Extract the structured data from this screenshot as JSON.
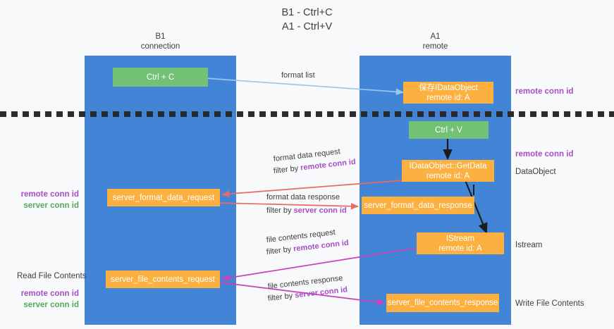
{
  "title": {
    "line1": "B1 - Ctrl+C",
    "line2": "A1 - Ctrl+V"
  },
  "lanes": [
    {
      "id": "left",
      "name": "B1",
      "role": "connection"
    },
    {
      "id": "right",
      "name": "A1",
      "role": "remote"
    }
  ],
  "colors": {
    "lane": "#4285d6",
    "green_node": "#72c174",
    "orange_node": "#fbb040",
    "purple_text": "#a64ec6",
    "green_text": "#5aa75f",
    "arrow_blue": "#9ac8ea",
    "arrow_red": "#ea6b63",
    "arrow_magenta": "#cc3fb8",
    "arrow_black": "#1c1c1c",
    "divider": "#2b2b2b",
    "background": "#f8f9fa"
  },
  "nodes": {
    "ctrl_c": {
      "label": "Ctrl + C"
    },
    "save_dataobj": {
      "label": "保存IDataObject",
      "sub": "remote id: A"
    },
    "ctrl_v": {
      "label": "Ctrl + V"
    },
    "getdata": {
      "label": "IDataObject::GetData",
      "sub": "remote id: A"
    },
    "fmt_req": {
      "label": "server_format_data_request"
    },
    "fmt_resp": {
      "label": "server_format_data_response"
    },
    "istream": {
      "label": "IStream",
      "sub": "remote id: A"
    },
    "file_req": {
      "label": "server_file_contents_request"
    },
    "file_resp": {
      "label": "server_file_contents_response"
    }
  },
  "edge_labels": {
    "format_list": {
      "line1": "format list"
    },
    "fmt_request": {
      "line1": "format data request",
      "line2_prefix": "filter by ",
      "line2_hl": "remote conn id"
    },
    "fmt_response": {
      "line1": "format data response",
      "line2_prefix": "filter by ",
      "line2_hl": "server conn id"
    },
    "file_request": {
      "line1": "file contents request",
      "line2_prefix": "filter by ",
      "line2_hl": "remote conn id"
    },
    "file_response": {
      "line1": "file contents response",
      "line2_prefix": "filter by ",
      "line2_hl": "server conn id"
    }
  },
  "annotations": {
    "right_top": {
      "purple": "remote conn id"
    },
    "right_getdata": {
      "purple": "remote conn id",
      "plain": "DataObject"
    },
    "right_istream": {
      "plain": "Istream"
    },
    "right_write": {
      "plain": "Write File Contents"
    },
    "left_fmt": {
      "purple": "remote conn id",
      "green": "server conn id"
    },
    "left_file": {
      "plain": "Read File Contents",
      "purple": "remote conn id",
      "green": "server conn id"
    }
  }
}
